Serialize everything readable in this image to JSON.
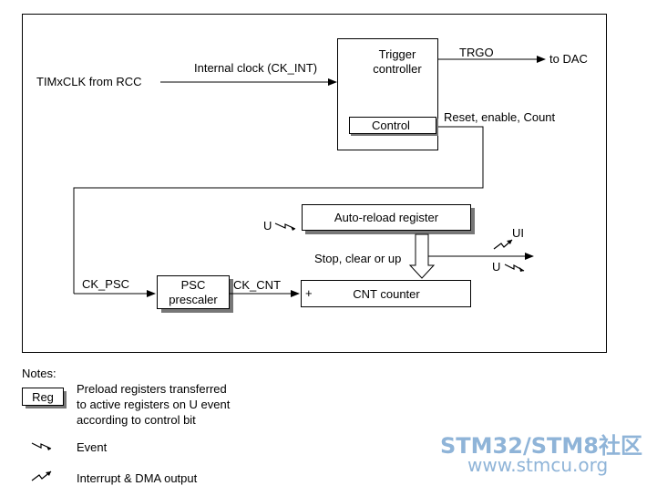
{
  "labels": {
    "timxclk": "TIMxCLK from RCC",
    "internal_clock": "Internal clock (CK_INT)",
    "trigger_line1": "Trigger",
    "trigger_line2": "controller",
    "control": "Control",
    "trgo": "TRGO",
    "to_dac": "to DAC",
    "reset_enable": "Reset, enable, Count",
    "u_left": "U",
    "auto_reload": "Auto-reload register",
    "ui": "UI",
    "u_right": "U",
    "stop_clear": "Stop, clear or up",
    "ck_psc": "CK_PSC",
    "psc_line1": "PSC",
    "psc_line2": "prescaler",
    "ck_cnt": "CK_CNT",
    "plus": "+",
    "cnt_counter": "CNT counter"
  },
  "notes": {
    "title": "Notes:",
    "reg_label": "Reg",
    "reg_desc_line1": "Preload registers transferred",
    "reg_desc_line2": "to active registers on U event",
    "reg_desc_line3": "according to control bit",
    "event": "Event",
    "interrupt": "Interrupt & DMA output"
  },
  "watermark": {
    "line1_a": "STM32",
    "line1_slash": "/",
    "line1_b": "STM8",
    "line1_c": "社区",
    "line2": "www.stmcu.org",
    "color": "#8fb4d8"
  }
}
